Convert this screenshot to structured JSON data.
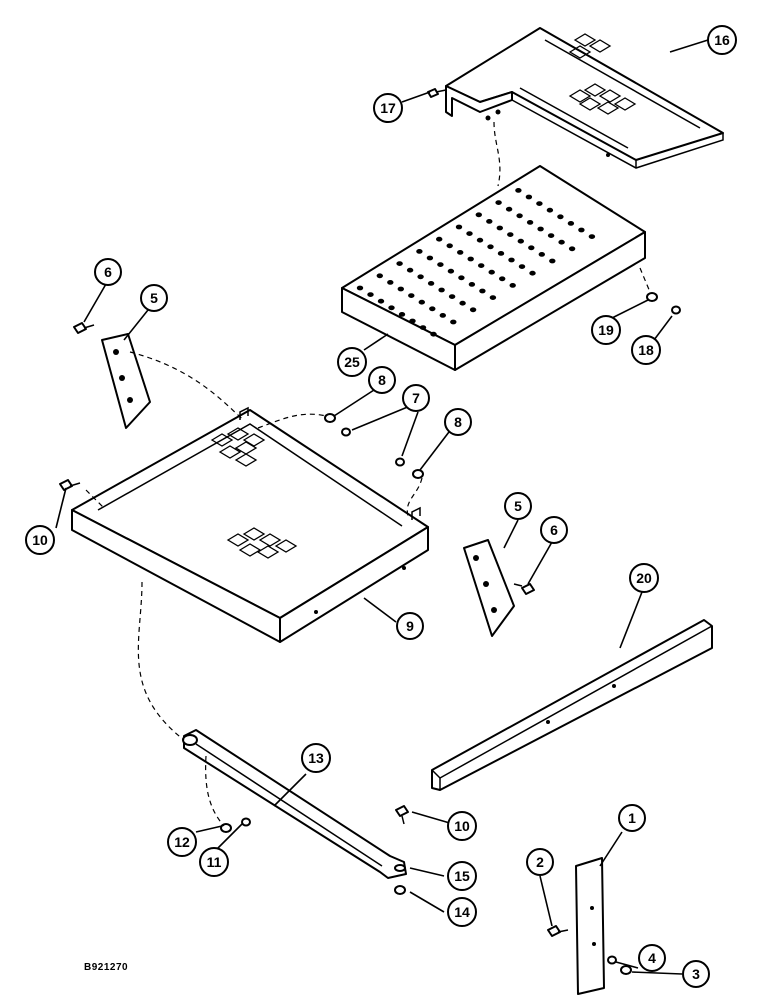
{
  "drawing_code": "B921270",
  "callouts": [
    {
      "id": "c1",
      "label": "1"
    },
    {
      "id": "c2",
      "label": "2"
    },
    {
      "id": "c3",
      "label": "3"
    },
    {
      "id": "c4",
      "label": "4"
    },
    {
      "id": "c5a",
      "label": "5"
    },
    {
      "id": "c5b",
      "label": "5"
    },
    {
      "id": "c6a",
      "label": "6"
    },
    {
      "id": "c6b",
      "label": "6"
    },
    {
      "id": "c7",
      "label": "7"
    },
    {
      "id": "c8a",
      "label": "8"
    },
    {
      "id": "c8b",
      "label": "8"
    },
    {
      "id": "c9",
      "label": "9"
    },
    {
      "id": "c10a",
      "label": "10"
    },
    {
      "id": "c10b",
      "label": "10"
    },
    {
      "id": "c11",
      "label": "11"
    },
    {
      "id": "c12",
      "label": "12"
    },
    {
      "id": "c13",
      "label": "13"
    },
    {
      "id": "c14",
      "label": "14"
    },
    {
      "id": "c15",
      "label": "15"
    },
    {
      "id": "c16",
      "label": "16"
    },
    {
      "id": "c17",
      "label": "17"
    },
    {
      "id": "c18",
      "label": "18"
    },
    {
      "id": "c19",
      "label": "19"
    },
    {
      "id": "c20",
      "label": "20"
    },
    {
      "id": "c25",
      "label": "25"
    }
  ]
}
